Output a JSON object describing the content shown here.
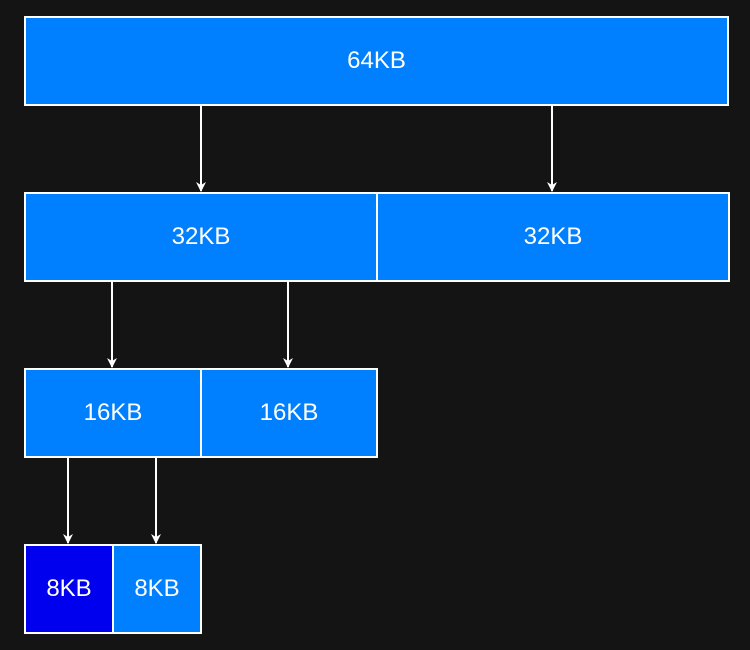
{
  "diagram": {
    "background_color": "#141414",
    "block_color": "#0080ff",
    "selected_block_color": "#0000ee",
    "border_color": "#ffffff",
    "levels": [
      {
        "blocks": [
          {
            "label": "64KB"
          }
        ]
      },
      {
        "blocks": [
          {
            "label": "32KB"
          },
          {
            "label": "32KB"
          }
        ]
      },
      {
        "blocks": [
          {
            "label": "16KB"
          },
          {
            "label": "16KB"
          }
        ]
      },
      {
        "blocks": [
          {
            "label": "8KB",
            "selected": true
          },
          {
            "label": "8KB"
          }
        ]
      }
    ]
  }
}
